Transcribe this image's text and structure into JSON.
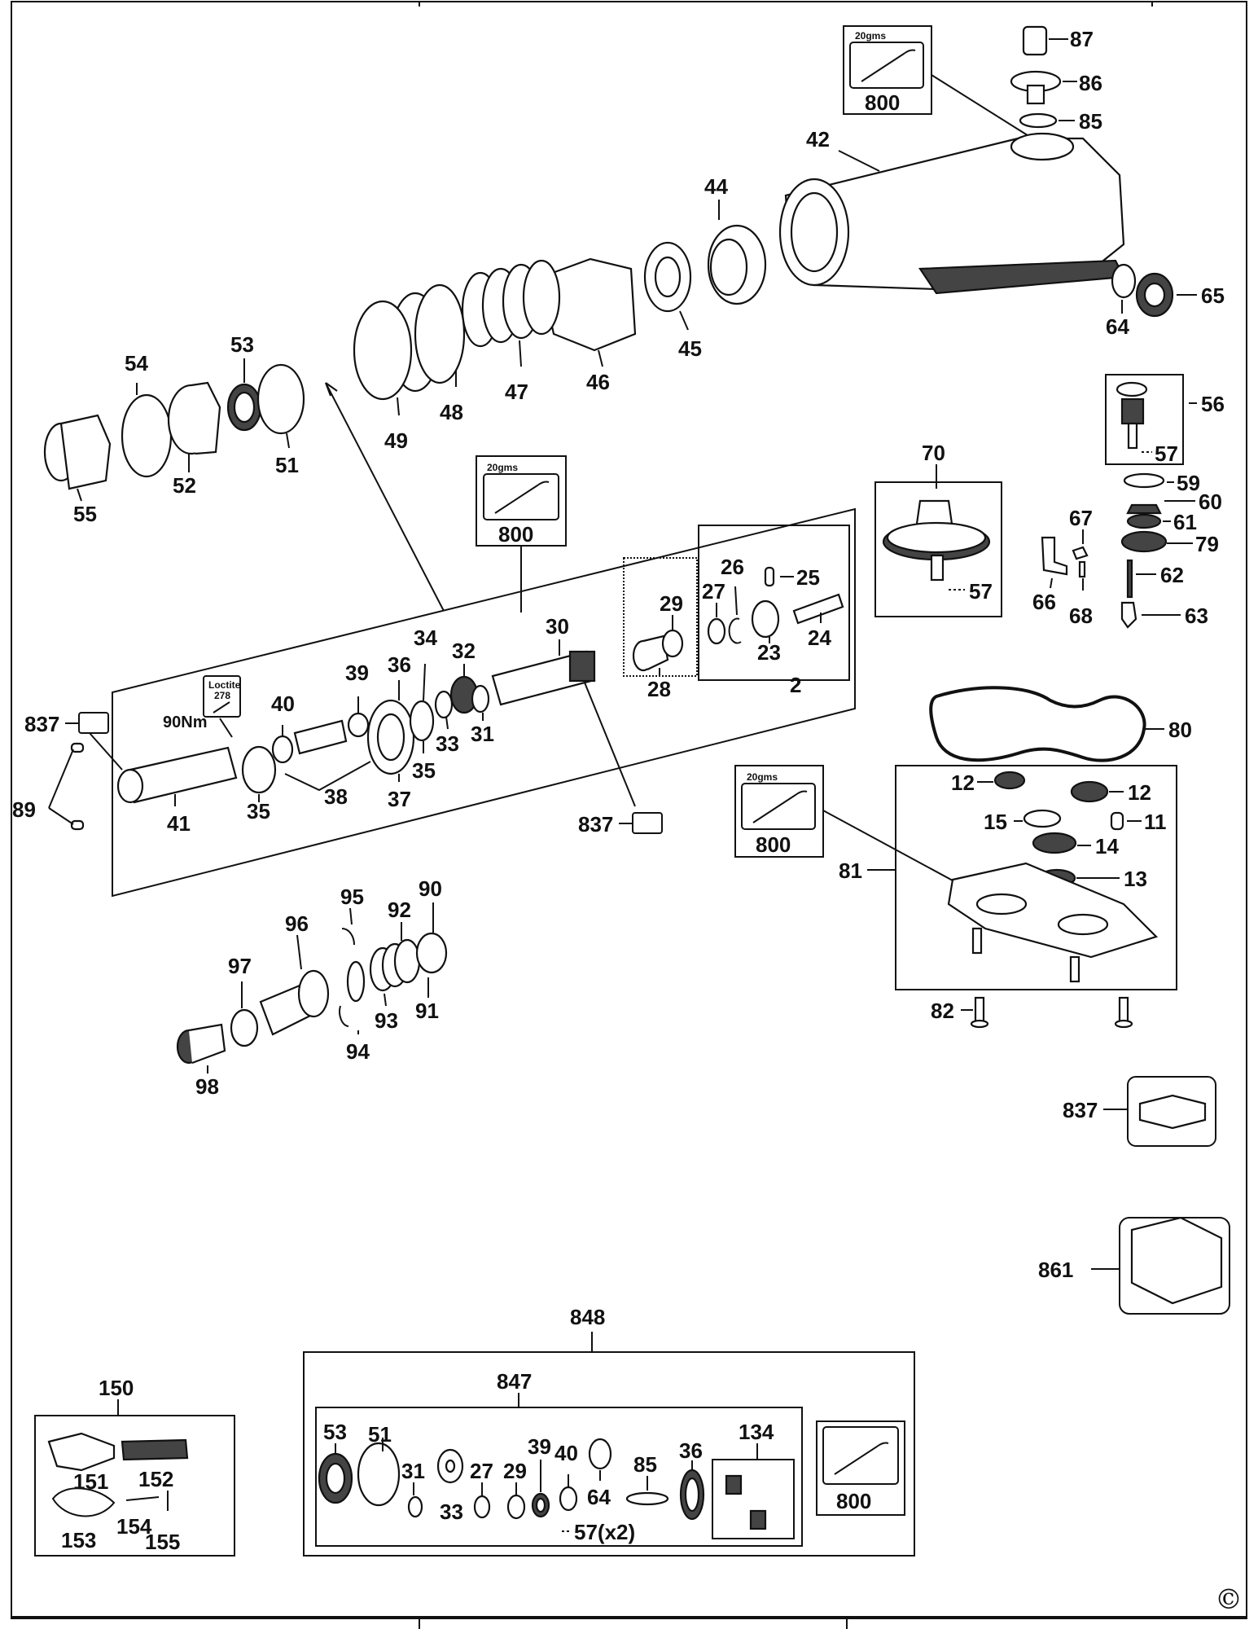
{
  "diagram": {
    "copyright_symbol": "©",
    "part_numbers": {
      "p87": "87",
      "p86": "86",
      "p85": "85",
      "p42": "42",
      "p44": "44",
      "p65": "65",
      "p64": "64",
      "p53": "53",
      "p54": "54",
      "p51": "51",
      "p52": "52",
      "p55": "55",
      "p49": "49",
      "p48": "48",
      "p47": "47",
      "p46": "46",
      "p45": "45",
      "p56": "56",
      "p57a": "57",
      "p70": "70",
      "p57b": "57",
      "p59": "59",
      "p60": "60",
      "p61": "61",
      "p79": "79",
      "p67": "67",
      "p66": "66",
      "p68": "68",
      "p62": "62",
      "p63": "63",
      "p837a": "837",
      "p89": "89",
      "p41": "41",
      "p35a": "35",
      "p40": "40",
      "p39": "39",
      "p36": "36",
      "p34": "34",
      "p32": "32",
      "p30": "30",
      "p29": "29",
      "p28": "28",
      "p27": "27",
      "p26": "26",
      "p25": "25",
      "p24": "24",
      "p23": "23",
      "p2": "2",
      "p38": "38",
      "p37": "37",
      "p35b": "35",
      "p33": "33",
      "p31": "31",
      "p837b": "837",
      "p80": "80",
      "p12a": "12",
      "p12b": "12",
      "p15": "15",
      "p11": "11",
      "p14": "14",
      "p13": "13",
      "p81": "81",
      "p82": "82",
      "p95": "95",
      "p90": "90",
      "p96": "96",
      "p92": "92",
      "p97": "97",
      "p93": "93",
      "p91": "91",
      "p94": "94",
      "p98": "98",
      "p837c": "837",
      "p861": "861",
      "p848": "848",
      "p847": "847",
      "p150": "150",
      "p151": "151",
      "p152": "152",
      "p153": "153",
      "p154": "154",
      "p155": "155",
      "k53": "53",
      "k51": "51",
      "k31": "31",
      "k33": "33",
      "k27": "27",
      "k29": "29",
      "k39": "39",
      "k40": "40",
      "k64": "64",
      "k57": "57(x2)",
      "k85": "85",
      "k36": "36",
      "k134": "134"
    },
    "grease_boxes": [
      {
        "amount": "20gms",
        "code": "800"
      },
      {
        "amount": "20gms",
        "code": "800"
      },
      {
        "amount": "20gms",
        "code": "800"
      },
      {
        "amount": "",
        "code": "800"
      }
    ],
    "loctite": {
      "line1": "Loctite",
      "line2": "278"
    },
    "torque": "90Nm"
  }
}
